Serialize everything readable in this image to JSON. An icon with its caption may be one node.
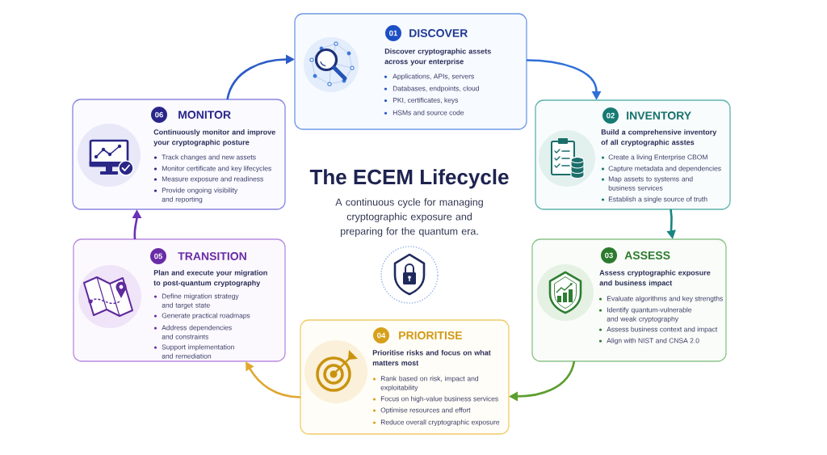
{
  "diagram": {
    "title": "The ECEM Lifecycle",
    "nodes": [
      {
        "text": [
          "01",
          "DISCOVER",
          "Discover cryptographic assets across your enterprise",
          "Applications, APIs, servers",
          "Databases, endpoints, cloud",
          "PKI, certificates, keys",
          "HSMs and source code"
        ]
      },
      {
        "text": [
          "02",
          "INVENTORY",
          "Build a comprehensive inventory of all cryptographic asstes",
          "Create a living Enterprise CBOM",
          "Capture metadata and dependencies",
          "Map assets to systems and business services",
          "Establish a single source of truth"
        ]
      },
      {
        "text": [
          "03",
          "ASSESS",
          "Assess cryptographic exposure and business impact",
          "Evaluate algorithms and key strengths",
          "Identify quantum-vulnerable and weak cryptography",
          "Assess business context and impact",
          "Align with NIST and CNSA 2.0"
        ]
      },
      {
        "text": [
          "04",
          "PRIORITISE",
          "Prioritise risks and focus on what matters most",
          "Rank based on risk, impact and exploitability",
          "Focus on high-value business services",
          "Optimise resources and effort",
          "Reduce overall cryptographic exposure"
        ]
      },
      {
        "text": [
          "05",
          "TRANSITION",
          "Plan and execute your migration to post-quantum cryptography",
          "Define migration strategy and target state",
          "Generate practical roadmaps",
          "Address dependencies and constraints",
          "Support implementation and remediation"
        ]
      },
      {
        "text": [
          "06",
          "MONITOR",
          "Continuously monitor and improve your cryptographic posture",
          "Track changes and new assets",
          "Monitor certificate and key lifecycles",
          "Measure exposure and readiness",
          "Provide ongoing visibility and reporting"
        ]
      }
    ],
    "edges": [
      {
        "from": 0,
        "to": 1,
        "arrow": "to",
        "color": "#2f6fd8"
      },
      {
        "from": 1,
        "to": 2,
        "arrow": "to",
        "color": "#1a8580"
      },
      {
        "from": 2,
        "to": 3,
        "arrow": "to",
        "color": "#5c9e2e"
      },
      {
        "from": 3,
        "to": 4,
        "arrow": "to",
        "color": "#e0a830"
      },
      {
        "from": 4,
        "to": 5,
        "arrow": "to",
        "color": "#6b30b8"
      },
      {
        "from": 5,
        "to": 0,
        "arrow": "to",
        "color": "#2c5cc8"
      }
    ],
    "labels": [
      "A continuous cycle for managing cryptographic exposure and preparing for the quantum era."
    ]
  }
}
